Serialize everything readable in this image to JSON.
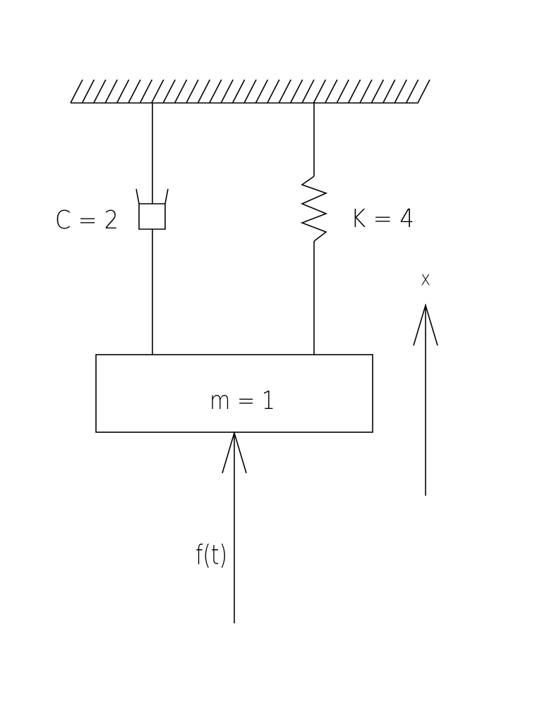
{
  "diagram": {
    "damper_label": "C = 2",
    "spring_label": "K = 4",
    "mass_label": "m = 1",
    "force_label": "f(t)",
    "displacement_label": "x"
  }
}
